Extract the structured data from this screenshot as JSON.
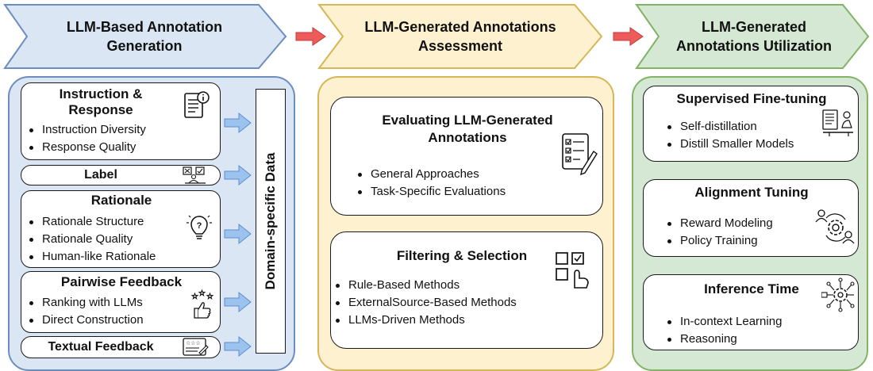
{
  "colors": {
    "blue_fill": "#dbe6f5",
    "blue_stroke": "#6c8ebf",
    "yellow_fill": "#fdf1cf",
    "yellow_stroke": "#d6b656",
    "green_fill": "#d5e8d4",
    "green_stroke": "#82b366",
    "red_arrow": "#ee5b5b",
    "blue_arrow": "#9cc3ee"
  },
  "stage1": {
    "title": "LLM-Based Annotation Generation",
    "side_label": "Domain-specific Data",
    "cards": [
      {
        "title": "Instruction & Response",
        "icon": "document-info-icon",
        "bullets": [
          "Instruction Diversity",
          "Response Quality"
        ]
      },
      {
        "title": "Label",
        "icon": "labeling-person-icon",
        "bullets": []
      },
      {
        "title": "Rationale",
        "icon": "lightbulb-question-icon",
        "bullets": [
          "Rationale Structure",
          "Rationale Quality",
          "Human-like Rationale"
        ]
      },
      {
        "title": "Pairwise Feedback",
        "icon": "stars-thumbs-up-icon",
        "bullets": [
          "Ranking with LLMs",
          "Direct Construction"
        ]
      },
      {
        "title": "Textual Feedback",
        "icon": "rating-card-icon",
        "bullets": []
      }
    ]
  },
  "stage2": {
    "title": "LLM-Generated Annotations Assessment",
    "cards": [
      {
        "title": "Evaluating LLM-Generated Annotations",
        "icon": "checklist-pen-icon",
        "bullets": [
          "General Approaches",
          "Task-Specific Evaluations"
        ]
      },
      {
        "title": "Filtering & Selection",
        "icon": "checkbox-select-icon",
        "bullets": [
          "Rule-Based Methods",
          "ExternalSource-Based Methods",
          "LLMs-Driven Methods"
        ]
      }
    ]
  },
  "stage3": {
    "title": "LLM-Generated Annotations Utilization",
    "cards": [
      {
        "title": "Supervised Fine-tuning",
        "icon": "person-at-desk-icon",
        "bullets": [
          "Self-distillation",
          "Distill Smaller Models"
        ]
      },
      {
        "title": "Alignment Tuning",
        "icon": "users-gear-icon",
        "bullets": [
          "Reward Modeling",
          "Policy Training"
        ]
      },
      {
        "title": "Inference Time",
        "icon": "network-gear-icon",
        "bullets": [
          "In-context Learning",
          "Reasoning"
        ]
      }
    ]
  }
}
